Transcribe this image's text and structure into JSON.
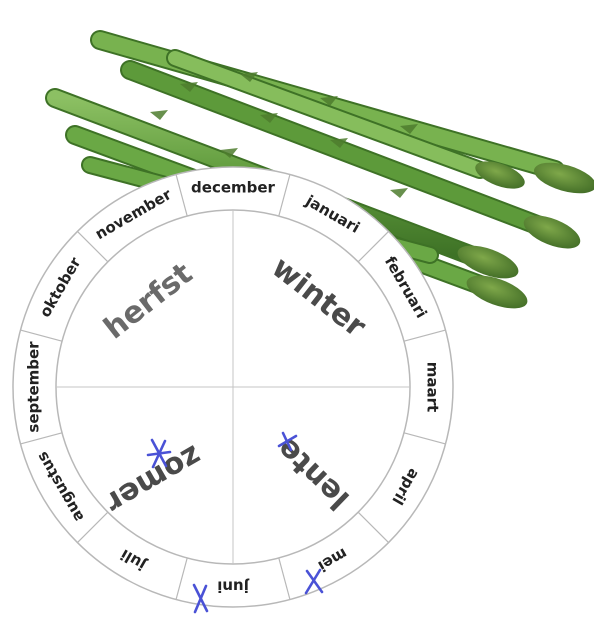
{
  "months": [
    {
      "key": "december",
      "label": "december",
      "marked": false
    },
    {
      "key": "januari",
      "label": "januari",
      "marked": false
    },
    {
      "key": "februari",
      "label": "februari",
      "marked": false
    },
    {
      "key": "maart",
      "label": "maart",
      "marked": false
    },
    {
      "key": "april",
      "label": "april",
      "marked": false
    },
    {
      "key": "mei",
      "label": "mei",
      "marked": true
    },
    {
      "key": "juni",
      "label": "juni",
      "marked": true
    },
    {
      "key": "juli",
      "label": "juli",
      "marked": false
    },
    {
      "key": "augustus",
      "label": "augustus",
      "marked": false
    },
    {
      "key": "september",
      "label": "september",
      "marked": false
    },
    {
      "key": "oktober",
      "label": "oktober",
      "marked": false
    },
    {
      "key": "november",
      "label": "november",
      "marked": false
    }
  ],
  "seasons": {
    "winter": {
      "label": "winter",
      "marked": false
    },
    "lente": {
      "label": "lente",
      "marked": true
    },
    "zomer": {
      "label": "zomer",
      "marked": true
    },
    "herfst": {
      "label": "herfst",
      "marked": false
    }
  },
  "colors": {
    "mark": "#4a52d6",
    "ring_stroke": "#b8b8b8",
    "text": "#222222",
    "season_text": "#5a5a5a",
    "asparagus": "#5f9a3c"
  },
  "photo": {
    "subject": "asparagus-icon"
  }
}
